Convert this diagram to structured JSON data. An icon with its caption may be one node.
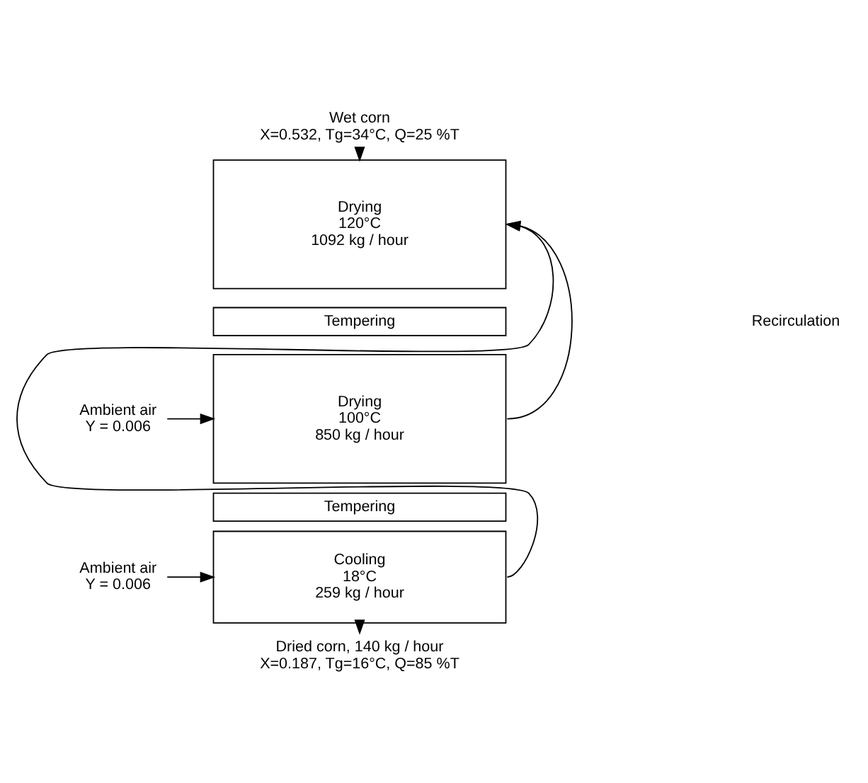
{
  "diagram": {
    "nodes": [
      {
        "text": [
          "Wet corn",
          "X=0.532, Tg=34°C, Q=25 %T"
        ]
      },
      {
        "text": [
          "Drying",
          "120°C",
          "1092 kg / hour"
        ]
      },
      {
        "text": [
          "Tempering"
        ]
      },
      {
        "text": [
          "Drying",
          "100°C",
          "850 kg / hour"
        ]
      },
      {
        "text": [
          "Tempering"
        ]
      },
      {
        "text": [
          "Cooling",
          "18°C",
          "259 kg / hour"
        ]
      },
      {
        "text": [
          "Ambient air",
          "Y = 0.006"
        ]
      },
      {
        "text": [
          "Ambient air",
          "Y = 0.006"
        ]
      },
      {
        "text": [
          "Dried corn, 140 kg / hour",
          "X=0.187, Tg=16°C, Q=85 %T"
        ]
      }
    ],
    "edges": [
      {
        "from": 0,
        "to": 1,
        "arrow": "to"
      },
      {
        "from": 6,
        "to": 3,
        "arrow": "to"
      },
      {
        "from": 7,
        "to": 5,
        "arrow": "to"
      },
      {
        "from": 5,
        "to": 8,
        "arrow": "to"
      },
      {
        "from": 3,
        "to": 1,
        "arrow": "to"
      },
      {
        "from": 5,
        "to": 1,
        "arrow": "to"
      }
    ],
    "labels": [
      "Recirculation"
    ]
  }
}
